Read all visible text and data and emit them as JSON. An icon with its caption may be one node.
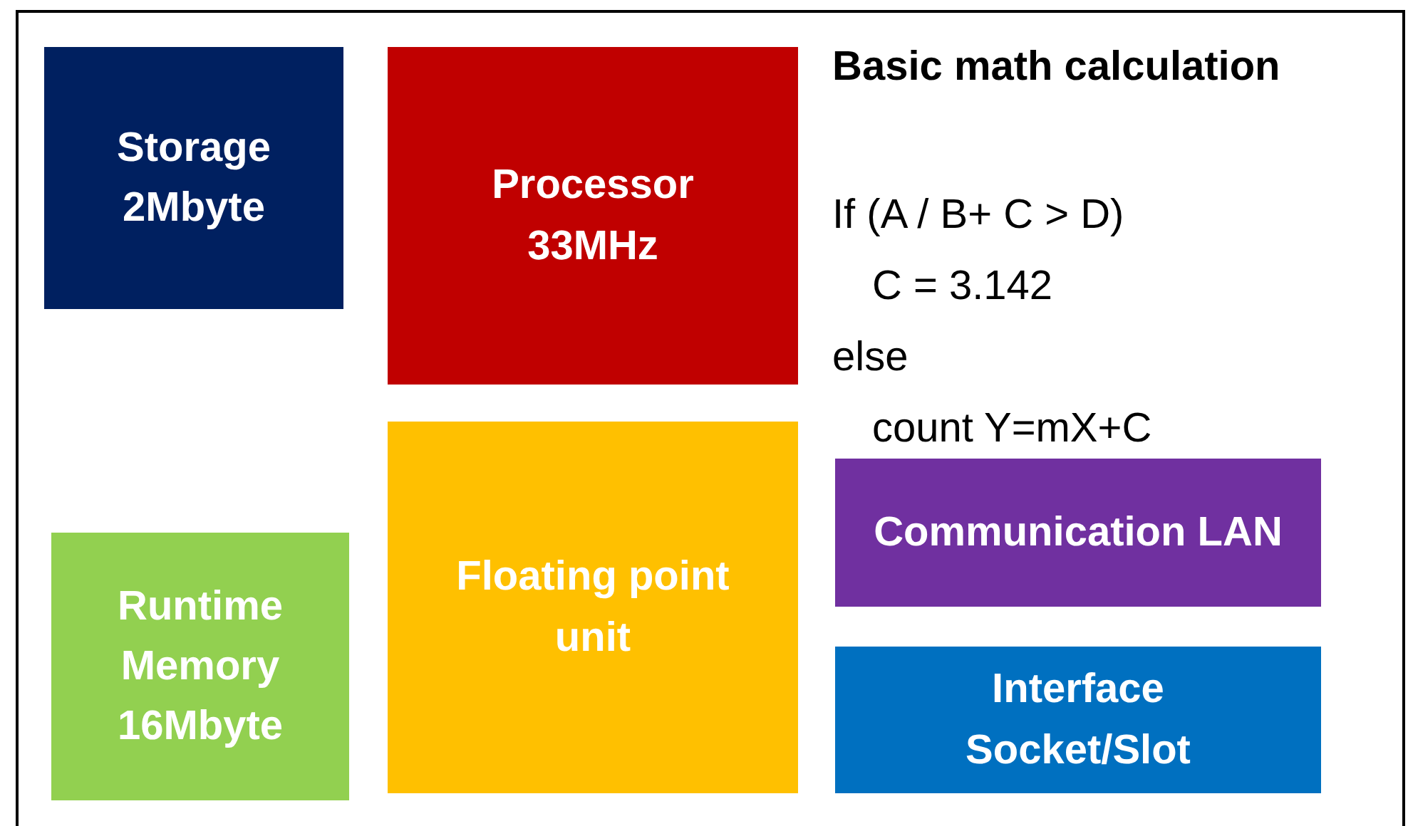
{
  "diagram": {
    "nodes": [
      {
        "text": [
          "Storage 2Mbyte"
        ]
      },
      {
        "text": [
          "Processor 33MHz"
        ]
      },
      {
        "text": [
          "Floating point unit"
        ]
      },
      {
        "text": [
          "Runtime Memory 16Mbyte"
        ]
      },
      {
        "text": [
          "Communication LAN"
        ]
      },
      {
        "text": [
          "Interface Socket/Slot"
        ]
      }
    ],
    "labels": [
      "Basic math calculation",
      "If (A / B+ C > D)",
      "C = 3.142",
      "else",
      "count Y=mX+C"
    ]
  }
}
